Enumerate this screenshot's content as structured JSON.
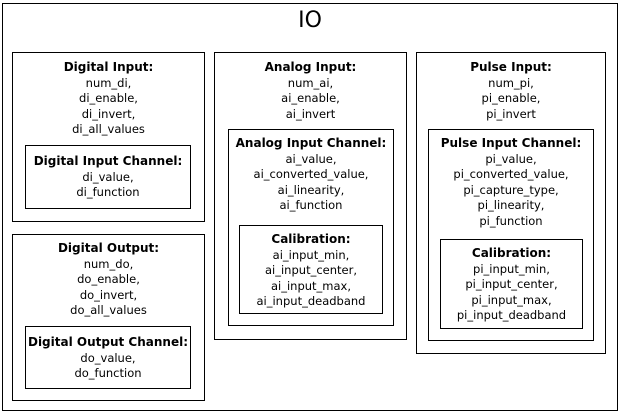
{
  "title": "IO",
  "digital_input": {
    "title": "Digital Input:",
    "fields": [
      "num_di,",
      "di_enable,",
      "di_invert,",
      "di_all_values"
    ],
    "channel": {
      "title": "Digital Input Channel:",
      "fields": [
        "di_value,",
        "di_function"
      ]
    }
  },
  "digital_output": {
    "title": "Digital Output:",
    "fields": [
      "num_do,",
      "do_enable,",
      "do_invert,",
      "do_all_values"
    ],
    "channel": {
      "title": "Digital Output Channel:",
      "fields": [
        "do_value,",
        "do_function"
      ]
    }
  },
  "analog_input": {
    "title": "Analog Input:",
    "fields": [
      "num_ai,",
      "ai_enable,",
      "ai_invert"
    ],
    "channel": {
      "title": "Analog Input Channel:",
      "fields": [
        "ai_value,",
        "ai_converted_value,",
        "ai_linearity,",
        "ai_function"
      ],
      "calibration": {
        "title": "Calibration:",
        "fields": [
          "ai_input_min,",
          "ai_input_center,",
          "ai_input_max,",
          "ai_input_deadband"
        ]
      }
    }
  },
  "pulse_input": {
    "title": "Pulse Input:",
    "fields": [
      "num_pi,",
      "pi_enable,",
      "pi_invert"
    ],
    "channel": {
      "title": "Pulse Input Channel:",
      "fields": [
        "pi_value,",
        "pi_converted_value,",
        "pi_capture_type,",
        "pi_linearity,",
        "pi_function"
      ],
      "calibration": {
        "title": "Calibration:",
        "fields": [
          "pi_input_min,",
          "pi_input_center,",
          "pi_input_max,",
          "pi_input_deadband"
        ]
      }
    }
  }
}
